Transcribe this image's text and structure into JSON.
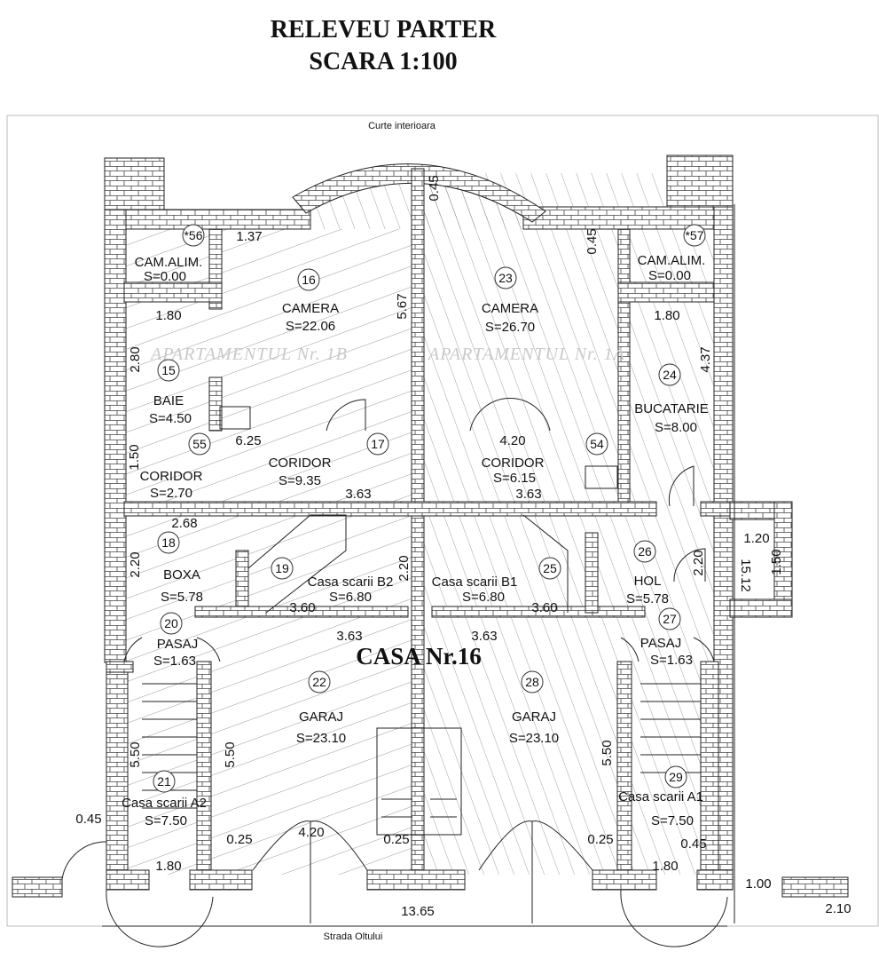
{
  "title": {
    "line1": "RELEVEU   PARTER",
    "line2": "SCARA 1:100"
  },
  "labels": {
    "top_side": "Curte interioara",
    "bottom_side": "Strada Oltului",
    "house": "CASA Nr.16",
    "watermark_left": "APARTAMENTUL  Nr. 1B",
    "watermark_right": "APARTAMENTUL  Nr. 1A"
  },
  "rooms": [
    {
      "num": "*56",
      "name": "CAM.ALIM.",
      "area": "S=0.00"
    },
    {
      "num": "16",
      "name": "CAMERA",
      "area": "S=22.06"
    },
    {
      "num": "15",
      "name": "BAIE",
      "area": "S=4.50"
    },
    {
      "num": "55",
      "name": "CORIDOR",
      "area": "S=2.70"
    },
    {
      "num": "17",
      "name": "CORIDOR",
      "area": "S=9.35"
    },
    {
      "num": "23",
      "name": "CAMERA",
      "area": "S=26.70"
    },
    {
      "num": "*57",
      "name": "CAM.ALIM.",
      "area": "S=0.00"
    },
    {
      "num": "24",
      "name": "BUCATARIE",
      "area": "S=8.00"
    },
    {
      "num": "54",
      "name": "CORIDOR",
      "area": "S=6.15"
    },
    {
      "num": "18",
      "name": "BOXA",
      "area": "S=5.78"
    },
    {
      "num": "19",
      "name": "Casa scarii B2",
      "area": "S=6.80"
    },
    {
      "num": "25",
      "name": "Casa scarii B1",
      "area": "S=6.80"
    },
    {
      "num": "26",
      "name": "HOL",
      "area": "S=5.78"
    },
    {
      "num": "20",
      "name": "PASAJ",
      "area": "S=1.63"
    },
    {
      "num": "27",
      "name": "PASAJ",
      "area": "S=1.63"
    },
    {
      "num": "22",
      "name": "GARAJ",
      "area": "S=23.10"
    },
    {
      "num": "28",
      "name": "GARAJ",
      "area": "S=23.10"
    },
    {
      "num": "21",
      "name": "Casa scarii A2",
      "area": "S=7.50"
    },
    {
      "num": "29",
      "name": "Casa scarii A1",
      "area": "S=7.50"
    }
  ],
  "dimensions": [
    "1.37",
    "1.80",
    "1.80",
    "5.67",
    "0.45",
    "0.45",
    "2.80",
    "4.37",
    "6.25",
    "4.20",
    "1.50",
    "3.63",
    "3.63",
    "2.68",
    "2.20",
    "2.20",
    "2.20",
    "1.20",
    "1.50",
    "15.12",
    "3.60",
    "3.60",
    "3.63",
    "3.63",
    "5.50",
    "5.50",
    "5.50",
    "0.45",
    "0.25",
    "4.20",
    "0.25",
    "0.25",
    "0.45",
    "1.80",
    "1.80",
    "1.00",
    "13.65",
    "2.10"
  ]
}
